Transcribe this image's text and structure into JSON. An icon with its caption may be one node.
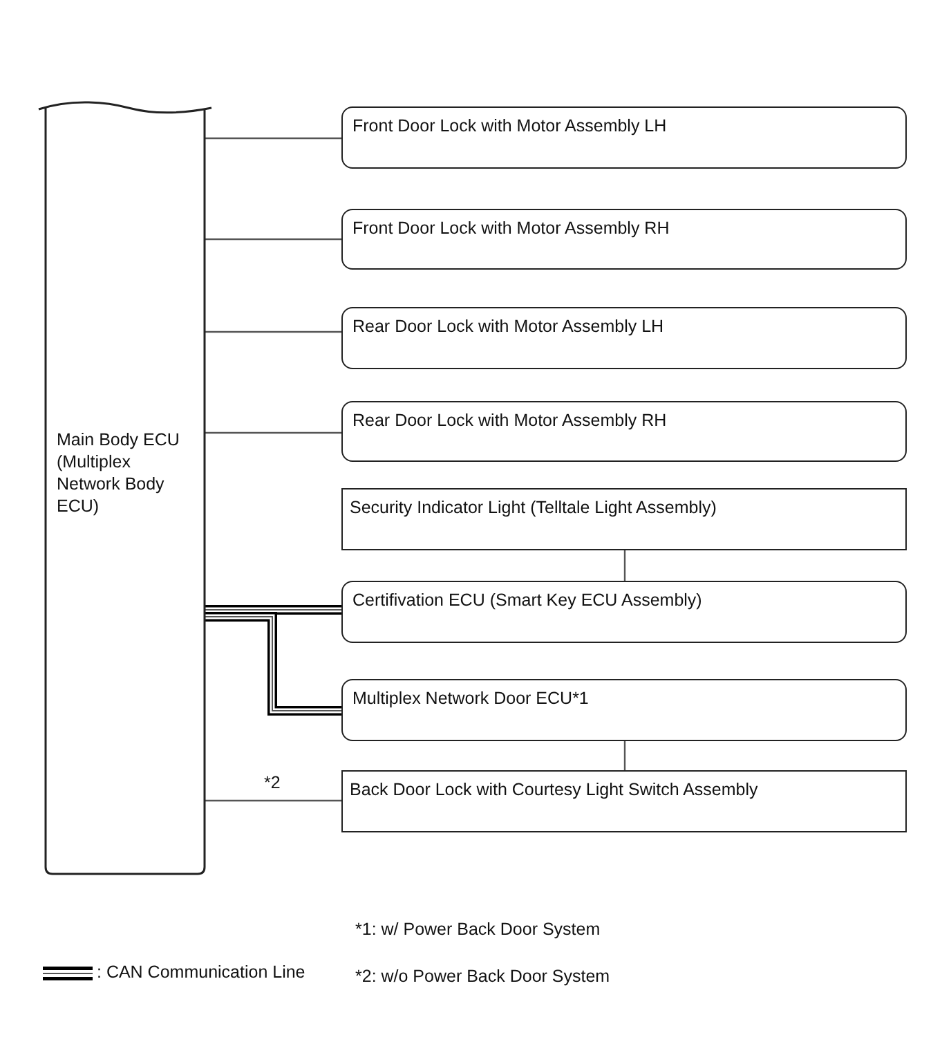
{
  "diagram": {
    "nodes": [
      {
        "text": [
          "Main Body ECU (Multiplex Network Body ECU)"
        ]
      },
      {
        "text": [
          "Front Door Lock with Motor Assembly LH"
        ]
      },
      {
        "text": [
          "Front Door Lock with Motor Assembly RH"
        ]
      },
      {
        "text": [
          "Rear Door Lock with Motor Assembly LH"
        ]
      },
      {
        "text": [
          "Rear Door Lock with Motor Assembly RH"
        ]
      },
      {
        "text": [
          "Security Indicator Light (Telltale Light Assembly)"
        ]
      },
      {
        "text": [
          "Certifivation ECU (Smart Key ECU Assembly)"
        ]
      },
      {
        "text": [
          "Multiplex Network Door ECU*1"
        ]
      },
      {
        "text": [
          "Back Door Lock with Courtesy Light Switch Assembly"
        ]
      }
    ],
    "edges": [
      {
        "from": 0,
        "to": 1,
        "arrow": "none"
      },
      {
        "from": 0,
        "to": 2,
        "arrow": "none"
      },
      {
        "from": 0,
        "to": 3,
        "arrow": "none"
      },
      {
        "from": 0,
        "to": 4,
        "arrow": "none"
      },
      {
        "from": 5,
        "to": 6,
        "arrow": "none"
      },
      {
        "from": 0,
        "to": 6,
        "arrow": "none",
        "style": "thick"
      },
      {
        "from": 0,
        "to": 7,
        "arrow": "none",
        "style": "thick"
      },
      {
        "from": 7,
        "to": 8,
        "arrow": "none"
      },
      {
        "from": 0,
        "to": 8,
        "arrow": "none",
        "label": "*2"
      }
    ],
    "labels": [
      "*1: w/ Power Back Door System",
      "*2: w/o Power Back Door System"
    ],
    "legend": [
      {
        "text": ": CAN Communication Line"
      }
    ]
  }
}
